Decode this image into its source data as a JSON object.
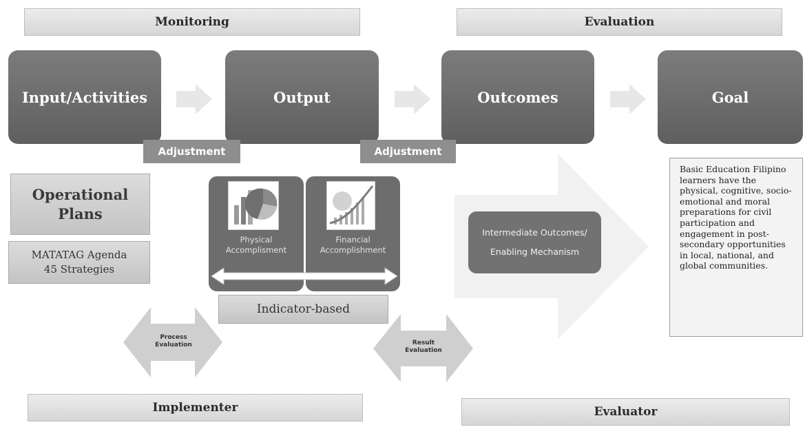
{
  "banners": {
    "monitoring": "Monitoring",
    "evaluation": "Evaluation",
    "implementer": "Implementer",
    "evaluator": "Evaluator"
  },
  "stages": [
    {
      "label": "Input/Activities"
    },
    {
      "label": "Output"
    },
    {
      "label": "Outcomes"
    },
    {
      "label": "Goal"
    }
  ],
  "adjustments": [
    "Adjustment",
    "Adjustment"
  ],
  "operational_plans": "Operational Plans",
  "matatag": {
    "line1": "MATATAG Agenda",
    "line2": "45 Strategies"
  },
  "accomplishments": {
    "physical": {
      "line1": "Physical",
      "line2": "Accomplisment"
    },
    "financial": {
      "line1": "Financial",
      "line2": "Accomplishment"
    }
  },
  "indicator_based": "Indicator-based",
  "intermediate": {
    "line1": "Intermediate Outcomes/",
    "line2": "Enabling Mechanism"
  },
  "process_evaluation": {
    "line1": "Process",
    "line2": "Evaluation"
  },
  "result_evaluation": {
    "line1": "Result",
    "line2": "Evaluation"
  },
  "goal_text": "Basic Education Filipino learners have the physical, cognitive, socio-emotional and moral preparations for civil participation and engagement in post-secondary opportunities in local, national, and global communities."
}
